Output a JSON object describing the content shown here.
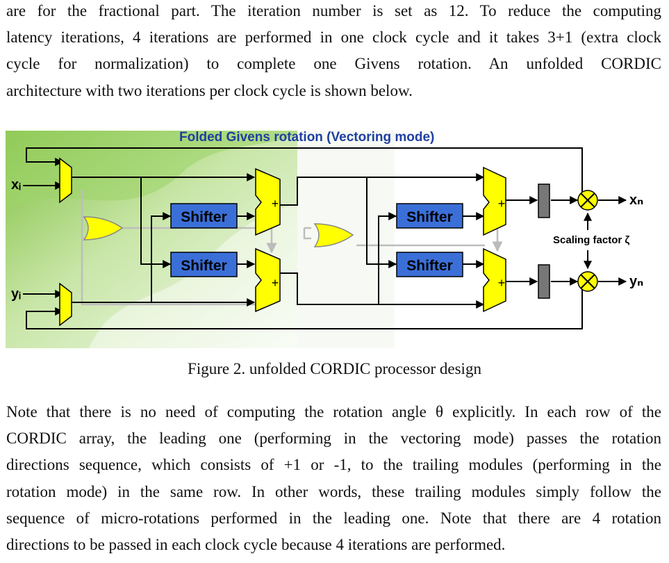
{
  "paragraph_top": {
    "lines": [
      "are for the fractional part. The iteration number is set as 12. To reduce the computing",
      "latency iterations, 4 iterations are performed in one clock cycle and it takes 3+1 (extra clock",
      "cycle for normalization) to complete one Givens rotation. An unfolded CORDIC",
      "architecture with two iterations per clock cycle is shown below."
    ]
  },
  "figure": {
    "title": "Folded Givens rotation (Vectoring mode)",
    "input_x": "xᵢ",
    "input_y": "yᵢ",
    "shifter_label": "Shifter",
    "adder_symbol": "+",
    "output_x": "xₙ",
    "output_y": "yₙ",
    "scaling_label": "Scaling factor ζ",
    "colors": {
      "shifter": "#3b6fd8",
      "mux": "#ffff00",
      "title": "#1f3fa0",
      "register": "#777777"
    }
  },
  "caption": "Figure 2. unfolded CORDIC processor design",
  "paragraph_bottom": {
    "lines": [
      "Note that there is no need of computing the rotation angle θ explicitly. In each row of the",
      "CORDIC array, the leading one (performing in the vectoring mode) passes the rotation",
      "directions sequence, which consists of +1 or -1, to the trailing modules (performing in the",
      "rotation mode) in the same row. In other words, these trailing modules simply follow the",
      "sequence of micro-rotations performed in the leading one. Note that there are 4 rotation",
      "directions to be passed in each clock cycle because 4 iterations are performed."
    ]
  }
}
